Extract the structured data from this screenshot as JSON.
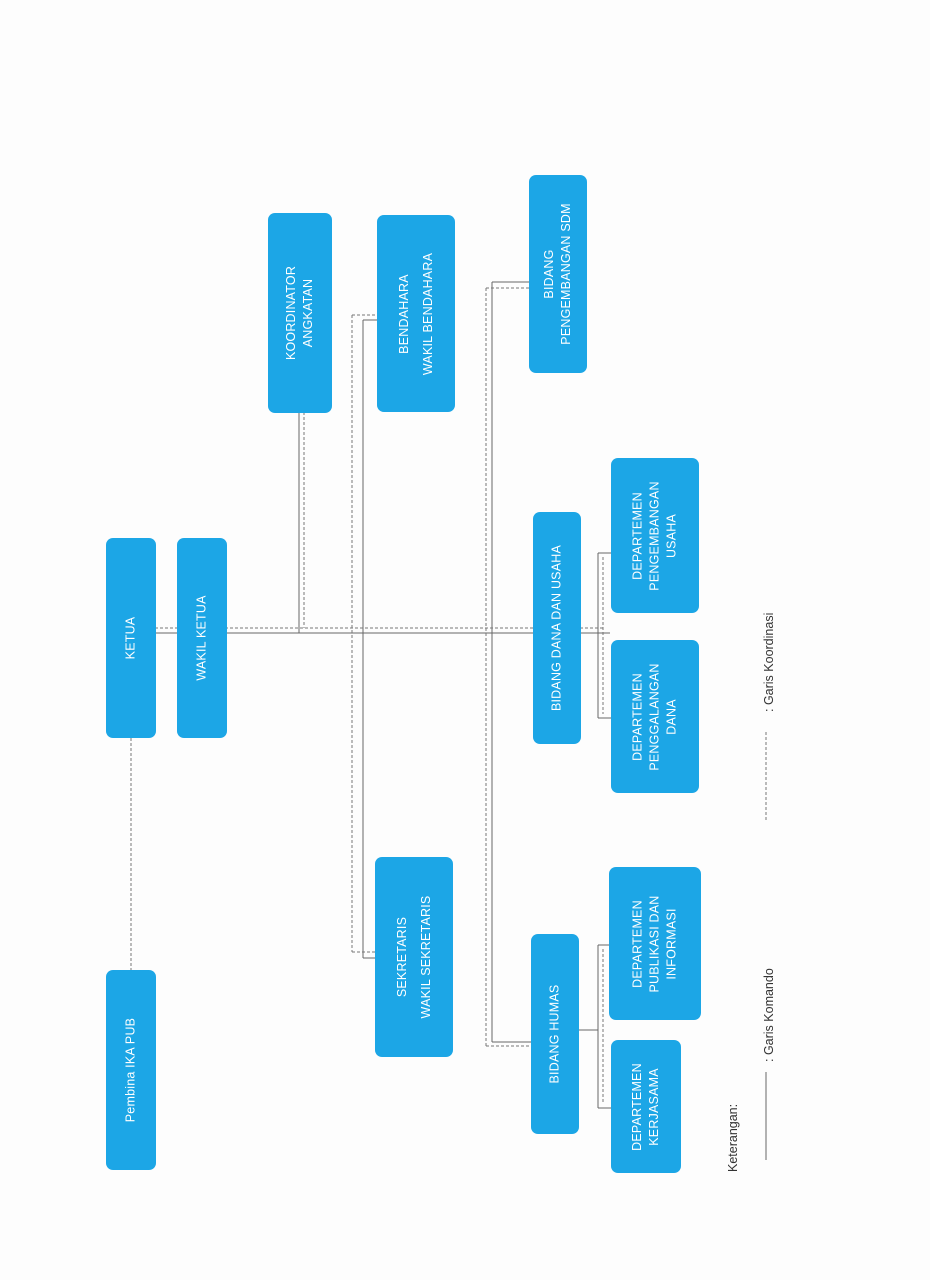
{
  "colors": {
    "box": "#1ca6e6",
    "line": "#666666"
  },
  "nodes": {
    "pembina": [
      "Pembina IKA PUB"
    ],
    "ketua": [
      "KETUA"
    ],
    "wakil_ketua": [
      "WAKIL KETUA"
    ],
    "koordinator": [
      "KOORDINATOR",
      "ANGKATAN"
    ],
    "bendahara": [
      "BENDAHARA",
      "WAKIL BENDAHARA"
    ],
    "sekretaris": [
      "SEKRETARIS",
      "WAKIL SEKRETARIS"
    ],
    "bidang_sdm": [
      "BIDANG",
      "PENGEMBANGAN SDM"
    ],
    "bidang_dana": [
      "BIDANG DANA DAN USAHA"
    ],
    "dept_usaha": [
      "DEPARTEMEN",
      "PENGEMBANGAN",
      "USAHA"
    ],
    "dept_dana": [
      "DEPARTEMEN",
      "PENGGALANGAN",
      "DANA"
    ],
    "bidang_humas": [
      "BIDANG HUMAS"
    ],
    "dept_publikasi": [
      "DEPARTEMEN",
      "PUBLIKASI DAN",
      "INFORMASI"
    ],
    "dept_kerjasama": [
      "DEPARTEMEN",
      "KERJASAMA"
    ]
  },
  "legend": {
    "title": "Keterangan:",
    "komando": ": Garis Komando",
    "koordinasi": ": Garis Koordinasi"
  }
}
